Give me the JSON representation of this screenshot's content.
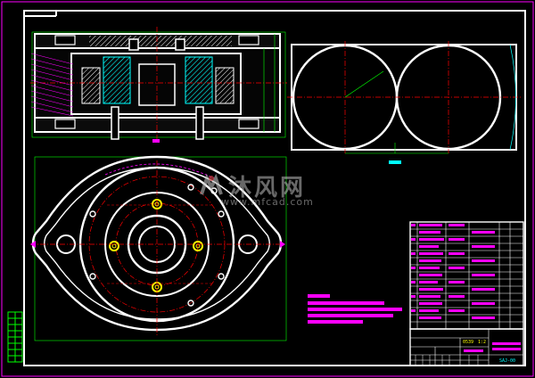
{
  "watermark": {
    "brand_cn": "沐风网",
    "url": "www.mfcad.com"
  },
  "colors": {
    "background": "#000000",
    "outline": "#ffffff",
    "centerline": "#ff0000",
    "dimension": "#00ff00",
    "highlight": "#ff00ff",
    "hatch": "#00ffff",
    "hidden": "#ffff00"
  },
  "title_block": {
    "scale_text": "0539",
    "note_text": "1:2",
    "drawing_no": "SAJ-00"
  }
}
